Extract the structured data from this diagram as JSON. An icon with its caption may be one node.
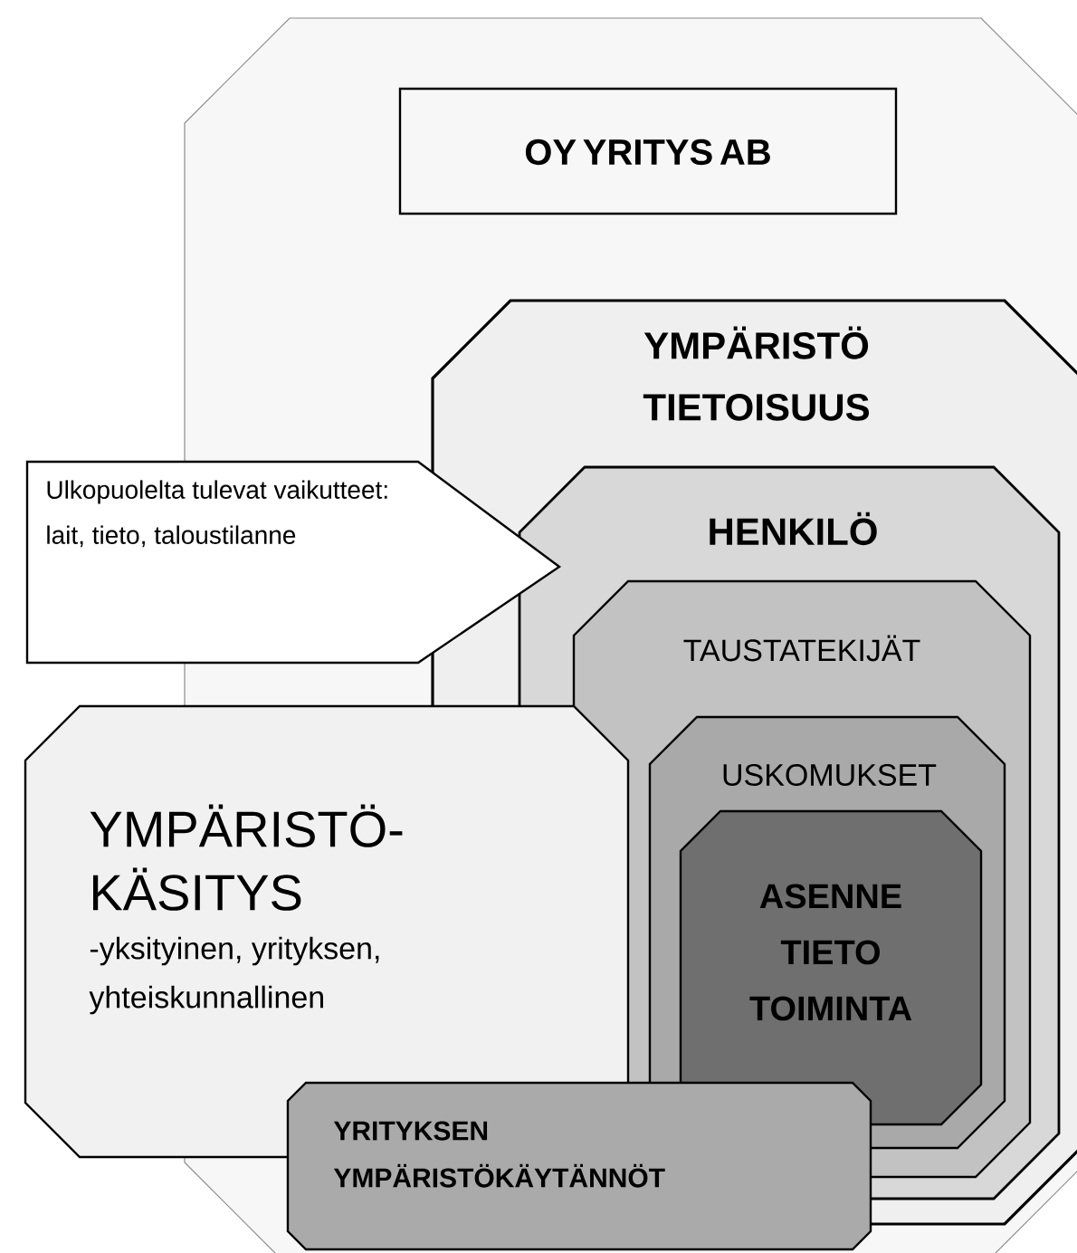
{
  "diagram": {
    "nodes": [
      {
        "text": [],
        "shape": "octagon"
      },
      {
        "text": [
          "OY YRITYS AB"
        ],
        "in": 0
      },
      {
        "text": [
          "YMPÄRISTÖ TIETOISUUS"
        ],
        "in": 0
      },
      {
        "text": [
          "HENKILÖ"
        ],
        "in": 2
      },
      {
        "text": [
          "TAUSTATEKIJÄT"
        ],
        "in": 3
      },
      {
        "text": [
          "USKOMUKSET"
        ],
        "in": 4
      },
      {
        "text": [
          "ASENNE TIETO TOIMINTA"
        ],
        "in": 5
      },
      {
        "text": [
          "Ulkopuolelta tulevat vaikutteet:",
          "lait, tieto, taloustilanne"
        ]
      },
      {
        "text": [
          "YMPÄRISTÖ- KÄSITYS",
          "-yksityinen, yrityksen, yhteiskunnallinen"
        ]
      },
      {
        "text": [
          "YRITYKSEN YMPÄRISTÖKÄYTÄNNÖT"
        ],
        "in": 0
      }
    ]
  }
}
